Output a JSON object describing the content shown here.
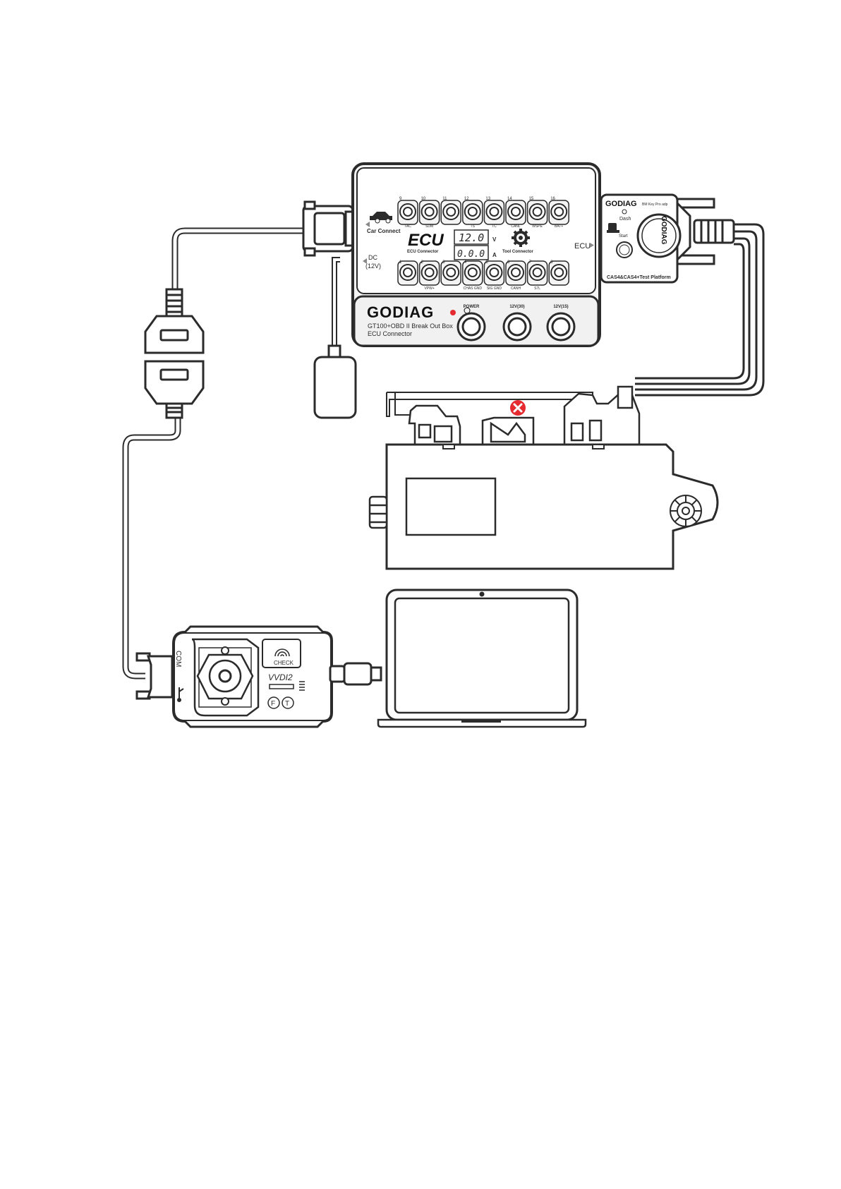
{
  "breakout_box": {
    "brand": "GODIAG",
    "model": "GT100+OBD II Break Out Box",
    "subtitle": "ECU Connector",
    "ecu_logo": "ECU",
    "ecu_connector_label": "ECU Connector",
    "tool_connector_label": "Tool Connector",
    "car_connect_label": "Car Connect",
    "dc_label": "DC",
    "dc_voltage": "(12V)",
    "ecu_port_label": "ECU",
    "voltage_reading": "12.0",
    "voltage_unit": "V",
    "current_reading": "0.0.0",
    "current_unit": "A",
    "top_pin_numbers": [
      "9",
      "10",
      "11",
      "12",
      "13",
      "14",
      "15",
      "16"
    ],
    "top_pin_labels": [
      "TAC",
      "SDM",
      "",
      "TS",
      "TC",
      "CANL",
      "WSPE",
      "BAT+"
    ],
    "bottom_pin_numbers": [
      "1",
      "2",
      "3",
      "4",
      "5",
      "6",
      "7",
      "8"
    ],
    "bottom_pin_labels": [
      "",
      "VPW+",
      "",
      "CHAS GND",
      "SIG GND",
      "CANH",
      "S7L",
      ""
    ],
    "buttons": [
      {
        "label": "POWER"
      },
      {
        "label": "12V(30)"
      },
      {
        "label": "12V(15)"
      }
    ]
  },
  "test_platform": {
    "brand": "GODIAG",
    "product": "BM Key Pro adp",
    "dash_label": "Dash",
    "start_label": "Start",
    "dial_brand": "GODIAG",
    "footer": "CAS4&CAS4+Test Platform"
  },
  "vvdi": {
    "com_label": "COM",
    "check_label": "CHECK",
    "brand": "VVDI2",
    "button_f": "F",
    "button_t": "T"
  },
  "colors": {
    "stroke": "#2b2b2b",
    "panel_fill": "#f4f4f4",
    "error_red": "#e52a30"
  }
}
